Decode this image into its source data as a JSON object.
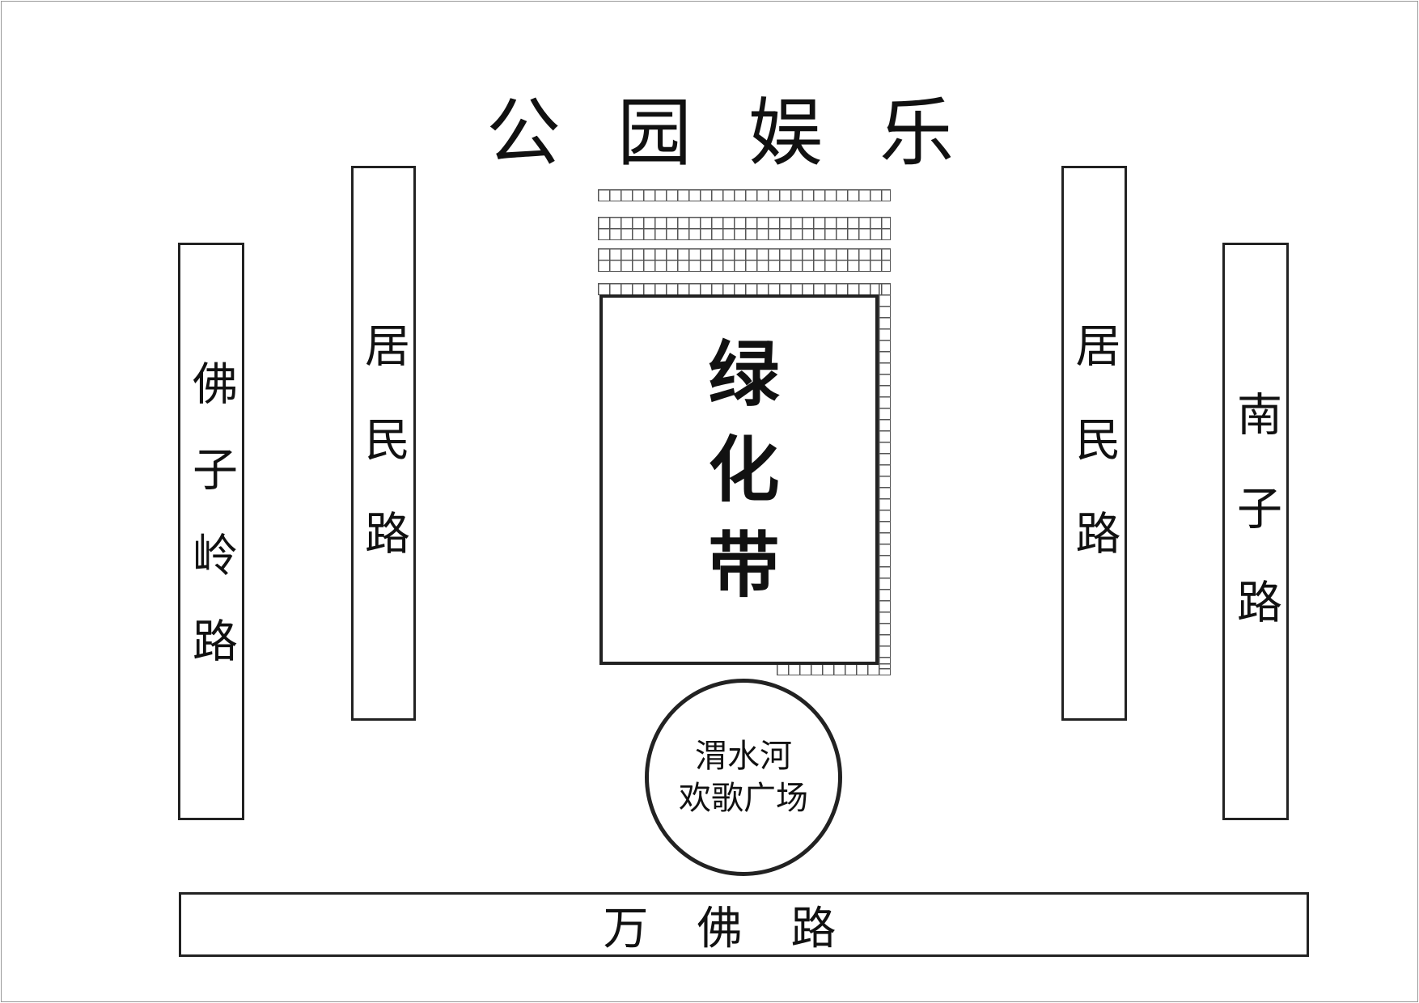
{
  "title": "公园娱乐",
  "roads": {
    "fozi_ling": "佛子岭路",
    "jumin_left": "居民路",
    "jumin_right": "居民路",
    "nanzi": "南子路",
    "wanfo": "万佛路"
  },
  "green_belt": "绿化带",
  "plaza": {
    "line1": "渭水河",
    "line2": "欢歌广场"
  }
}
